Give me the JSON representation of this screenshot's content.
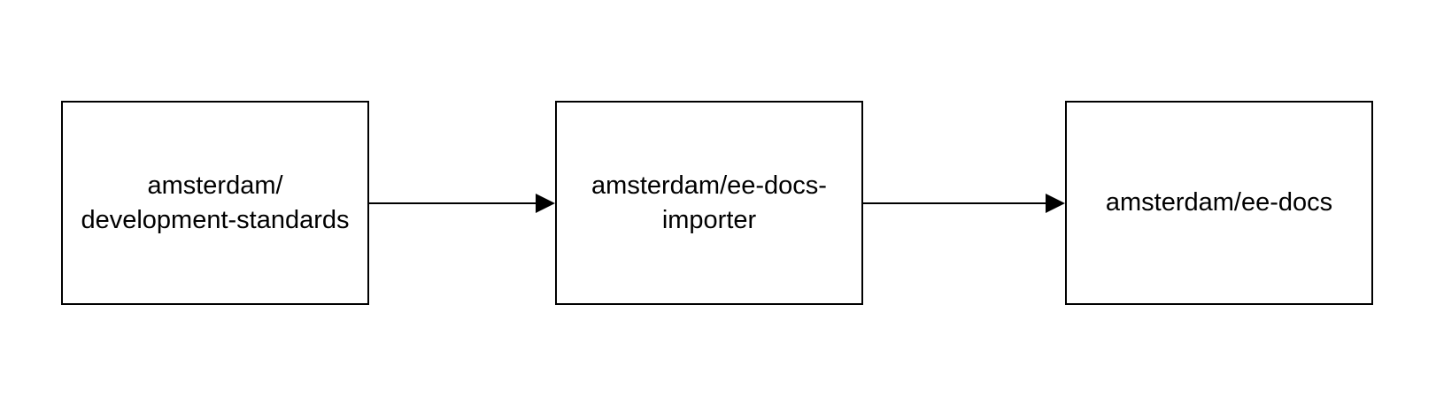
{
  "diagram": {
    "type": "flowchart",
    "nodes": [
      {
        "id": "n1",
        "label": "amsterdam/\ndevelopment-standards"
      },
      {
        "id": "n2",
        "label": "amsterdam/ee-docs-\nimporter"
      },
      {
        "id": "n3",
        "label": "amsterdam/ee-docs"
      }
    ],
    "edges": [
      {
        "from": "n1",
        "to": "n2"
      },
      {
        "from": "n2",
        "to": "n3"
      }
    ]
  }
}
